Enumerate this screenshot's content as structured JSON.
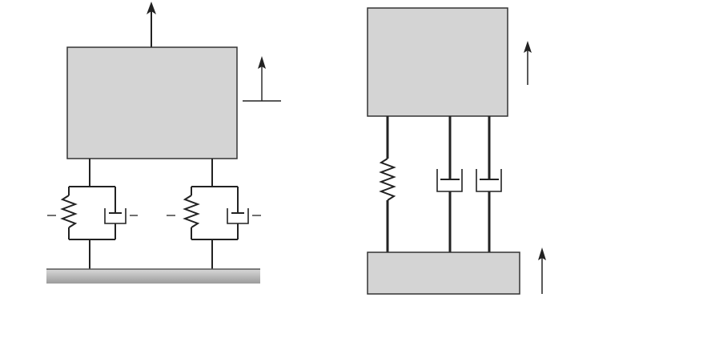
{
  "diagram": {
    "left_system": {
      "mass_block": {
        "fill": "#d4d4d4",
        "stroke": "#333333"
      },
      "ground": {
        "fill_top": "#d9d9d9",
        "fill_bottom": "#9b9b9b"
      },
      "units": [
        {
          "spring": "spring",
          "damper": "damper"
        },
        {
          "spring": "spring",
          "damper": "damper"
        }
      ]
    },
    "right_system": {
      "upper_block": {
        "fill": "#d4d4d4",
        "stroke": "#333333"
      },
      "lower_block": {
        "fill": "#d4d4d4",
        "stroke": "#333333"
      },
      "spring_count": 1,
      "damper_count": 2
    },
    "colors": {
      "line": "#222222",
      "block_fill": "#d4d4d4",
      "damper_fill": "#ffffff"
    }
  }
}
